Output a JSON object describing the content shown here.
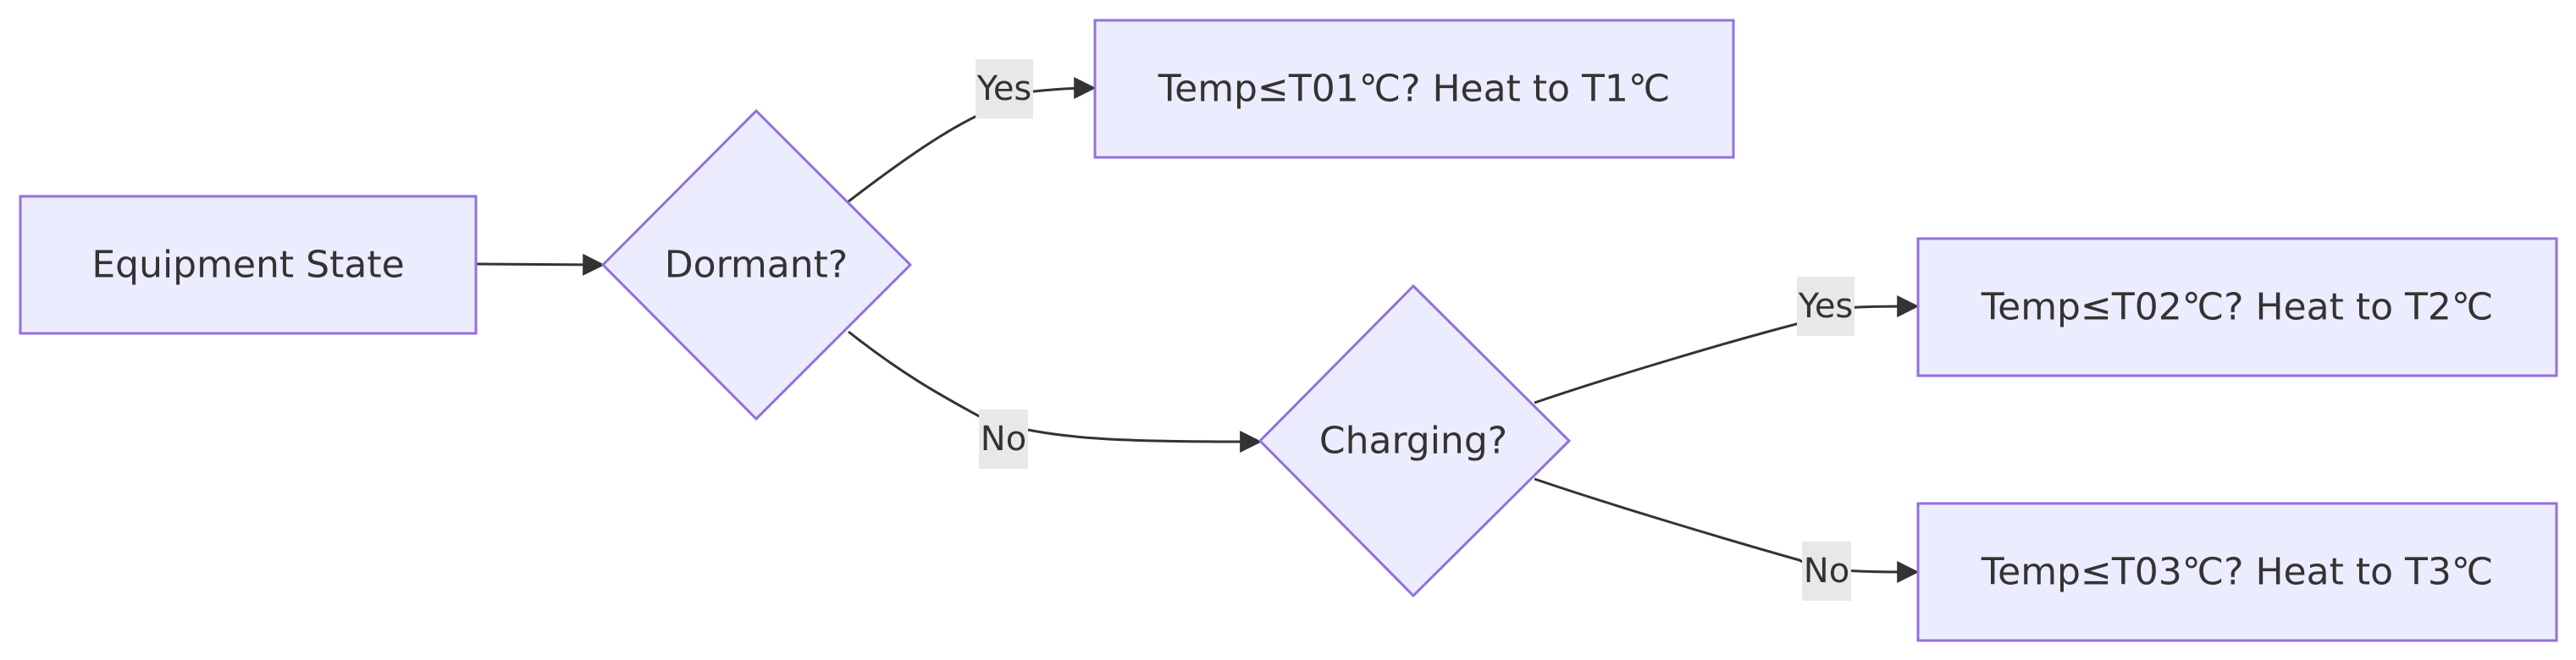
{
  "nodes": {
    "equipment_state": "Equipment State",
    "dormant": "Dormant?",
    "charging": "Charging?",
    "heat_t1": "Temp≤T01℃? Heat to T1℃",
    "heat_t2": "Temp≤T02℃? Heat to T2℃",
    "heat_t3": "Temp≤T03℃? Heat to T3℃"
  },
  "edges": {
    "dormant_yes": "Yes",
    "dormant_no": "No",
    "charging_yes": "Yes",
    "charging_no": "No"
  },
  "colors": {
    "node_fill": "#ECECFF",
    "node_stroke": "#9370DB",
    "edge": "#333333",
    "label_bg": "#e8e8e8"
  }
}
